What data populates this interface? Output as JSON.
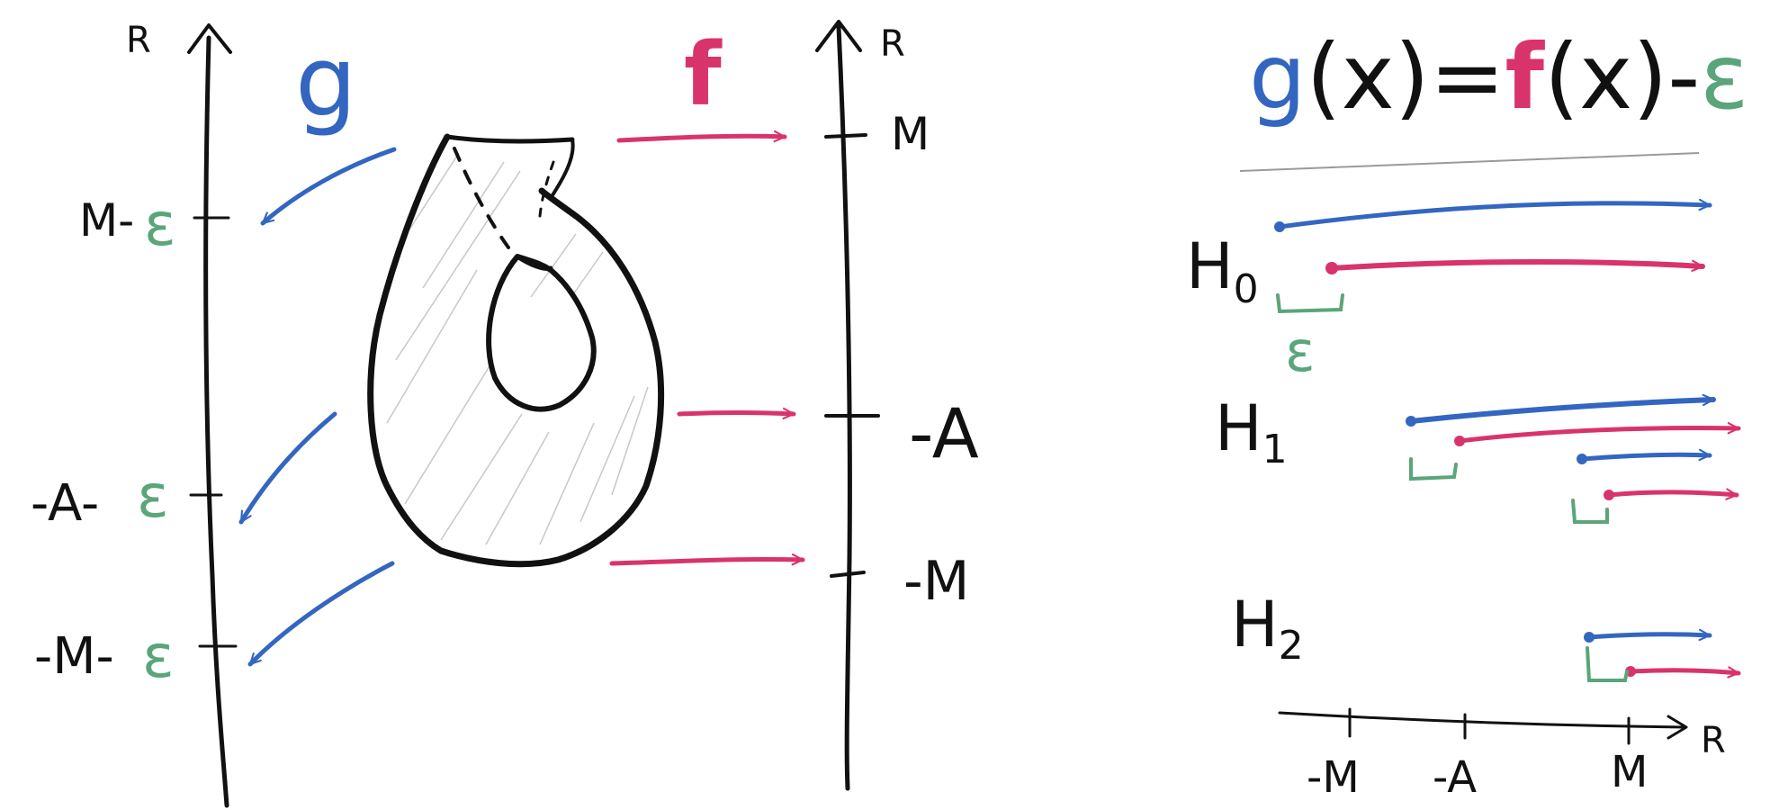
{
  "colors": {
    "ink": "#111111",
    "g": "#3366c0",
    "f": "#d9336c",
    "epsilon": "#5aa57a",
    "rule": "#9a9a9a",
    "hatch": "#c8c8c8"
  },
  "left_axis": {
    "label": "R",
    "function_label": "g",
    "ticks": [
      "M-",
      "ε",
      "-A-",
      "ε",
      "-M-",
      "ε"
    ]
  },
  "right_axis": {
    "label": "R",
    "function_label": "f",
    "ticks": [
      "M",
      "-A",
      "-M"
    ]
  },
  "equation": {
    "g": "g",
    "mid1": "(x)=",
    "f": "f",
    "mid2": "(x)-",
    "eps": "ε"
  },
  "barcodes": {
    "h0_label": "H",
    "h0_sub": "0",
    "h1_label": "H",
    "h1_sub": "1",
    "h2_label": "H",
    "h2_sub": "2",
    "epsilon_label": "ε",
    "axis_label": "R",
    "axis_ticks": [
      "-M",
      "-A",
      "M"
    ]
  }
}
